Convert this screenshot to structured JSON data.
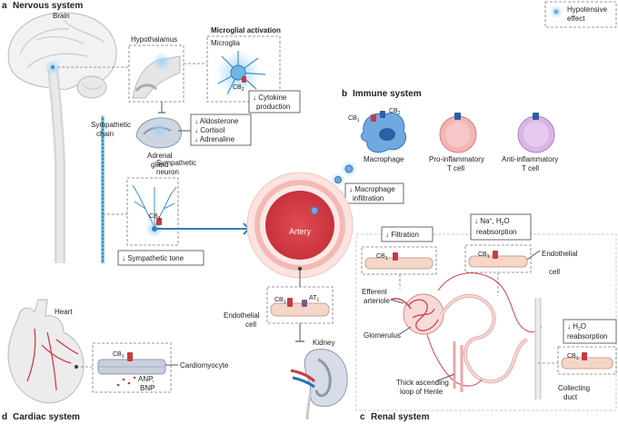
{
  "sections": {
    "a": {
      "letter": "a",
      "title": "Nervous system"
    },
    "b": {
      "letter": "b",
      "title": "Immune system"
    },
    "c": {
      "letter": "c",
      "title": "Renal system"
    },
    "d": {
      "letter": "d",
      "title": "Cardiac system"
    }
  },
  "legend": {
    "line1": "Hypotensive",
    "line2": "effect",
    "color": "#9fd3f3"
  },
  "nervous": {
    "brain": "Brain",
    "hypothalamus": "Hypothalamus",
    "microglial_activation": "Microglial activation",
    "microglia": "Microglia",
    "cb2": "CB",
    "cb2_sub": "2",
    "cytokine_line1": "↓ Cytokine",
    "cytokine_line2": "production",
    "aldosterone": "↓ Aldosterone",
    "cortisol": "↓ Cortisol",
    "adrenaline": "↓ Adrenaline",
    "adrenal_line1": "Adrenal",
    "adrenal_line2": "gland",
    "sympathetic_line1": "Sympathetic",
    "sympathetic_line2": "chain",
    "neuron_line1": "Sympathetic",
    "neuron_line2": "neuron",
    "cb1": "CB",
    "cb1_sub": "1",
    "sympathetic_tone": "↓ Sympathetic tone"
  },
  "immune": {
    "cb1": "CB",
    "cb1_sub": "1",
    "cb2": "CB",
    "cb2_sub": "2",
    "macrophage": "Macrophage",
    "pro_line1": "Pro-inflammatory",
    "pro_line2": "T cell",
    "anti_line1": "Anti-inflammatory",
    "anti_line2": "T cell",
    "infiltration_line1": "↓ Macrophage",
    "infiltration_line2": "infiltration"
  },
  "artery": {
    "label": "Artery",
    "endothelial_line1": "Endothelial",
    "endothelial_line2": "cell",
    "cb1": "CB",
    "cb1_sub": "1",
    "at1": "AT",
    "at1_sub": "1",
    "kidney": "Kidney"
  },
  "cardiac": {
    "heart": "Heart",
    "cb1": "CB",
    "cb1_sub": "1",
    "cardiomyocyte": "Cardiomyocyte",
    "anp": "ANP,",
    "bnp": "BNP"
  },
  "renal": {
    "filtration": "↓ Filtration",
    "reabs1_line1": "↓ Na",
    "reabs1_sup": "+",
    "reabs1_mid": ", H",
    "reabs1_sub": "2",
    "reabs1_end": "O",
    "reabs1_line2": "reabsorption",
    "endothelial_line1": "Endothelial",
    "endothelial_line2": "cell",
    "cb1": "CB",
    "cb1_sub": "1",
    "efferent_line1": "Efferent",
    "efferent_line2": "arteriole",
    "glomerulus": "Glomerulus",
    "loop_line1": "Thick ascending",
    "loop_line2": "loop of Henle",
    "h2o_line1a": "↓ H",
    "h2o_sub": "2",
    "h2o_line1b": "O",
    "h2o_line2": "reabsorption",
    "collecting_line1": "Collecting",
    "collecting_line2": "duct"
  }
}
